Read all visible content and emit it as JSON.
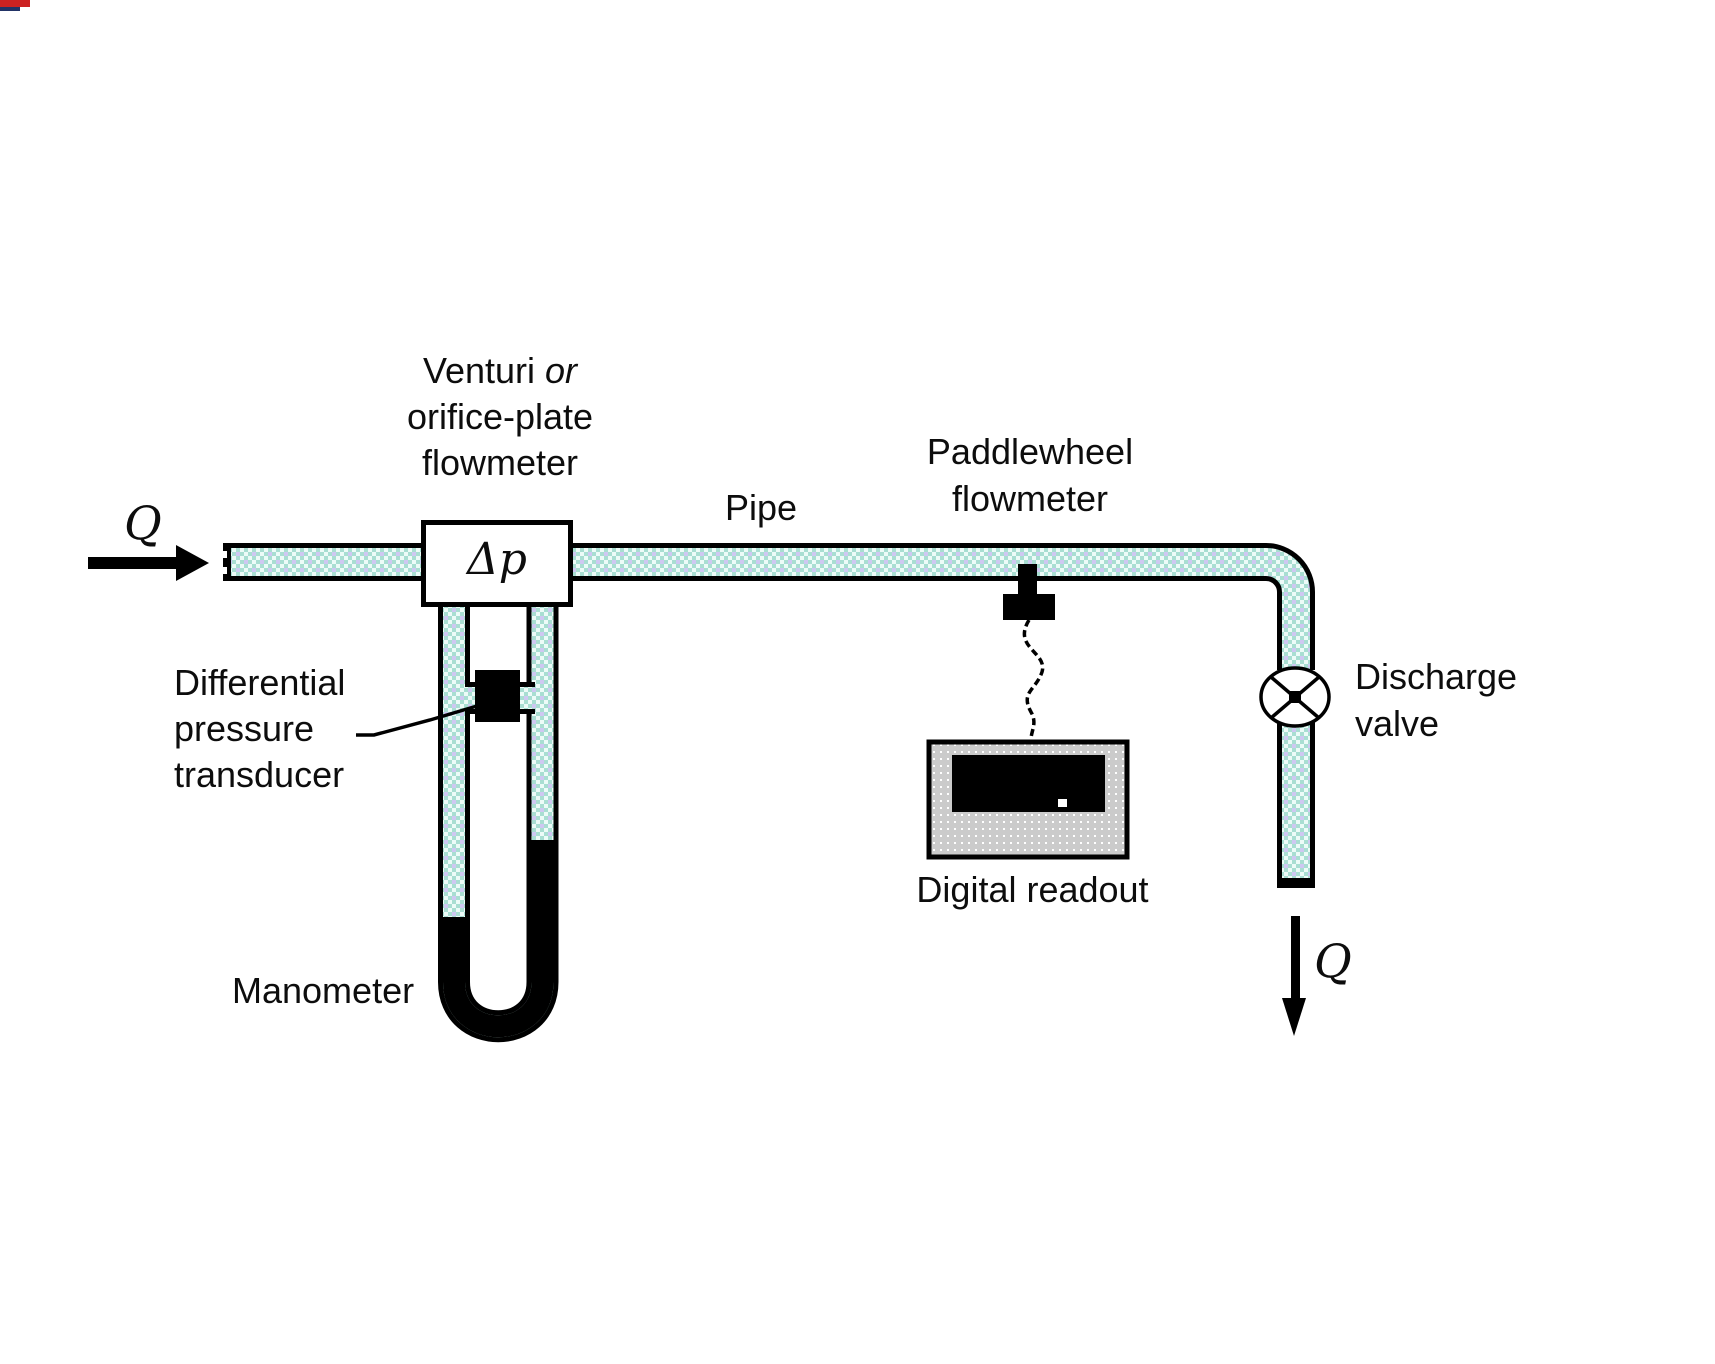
{
  "diagram": {
    "flow_in_label": "Q",
    "flow_out_label": "Q",
    "venturi": {
      "line1": "Venturi",
      "line1_italic": "or",
      "line2": "orifice-plate",
      "line3": "flowmeter"
    },
    "pipe_label": "Pipe",
    "paddlewheel": {
      "line1": "Paddlewheel",
      "line2": "flowmeter"
    },
    "dp_symbol": "Δp",
    "transducer": {
      "line1": "Differential",
      "line2": "pressure",
      "line3": "transducer"
    },
    "manometer_label": "Manometer",
    "digital_readout_label": "Digital readout",
    "discharge_valve": {
      "line1": "Discharge",
      "line2": "valve"
    },
    "colors": {
      "fluid_mint": "#a9ded2",
      "fluid_pale": "#edfbf8",
      "fluid_lavender": "#cfc8f2",
      "readout_gray": "#cbcbcb",
      "manometer_fluid": "#000000",
      "ink": "#000000",
      "background": "#ffffff"
    }
  }
}
